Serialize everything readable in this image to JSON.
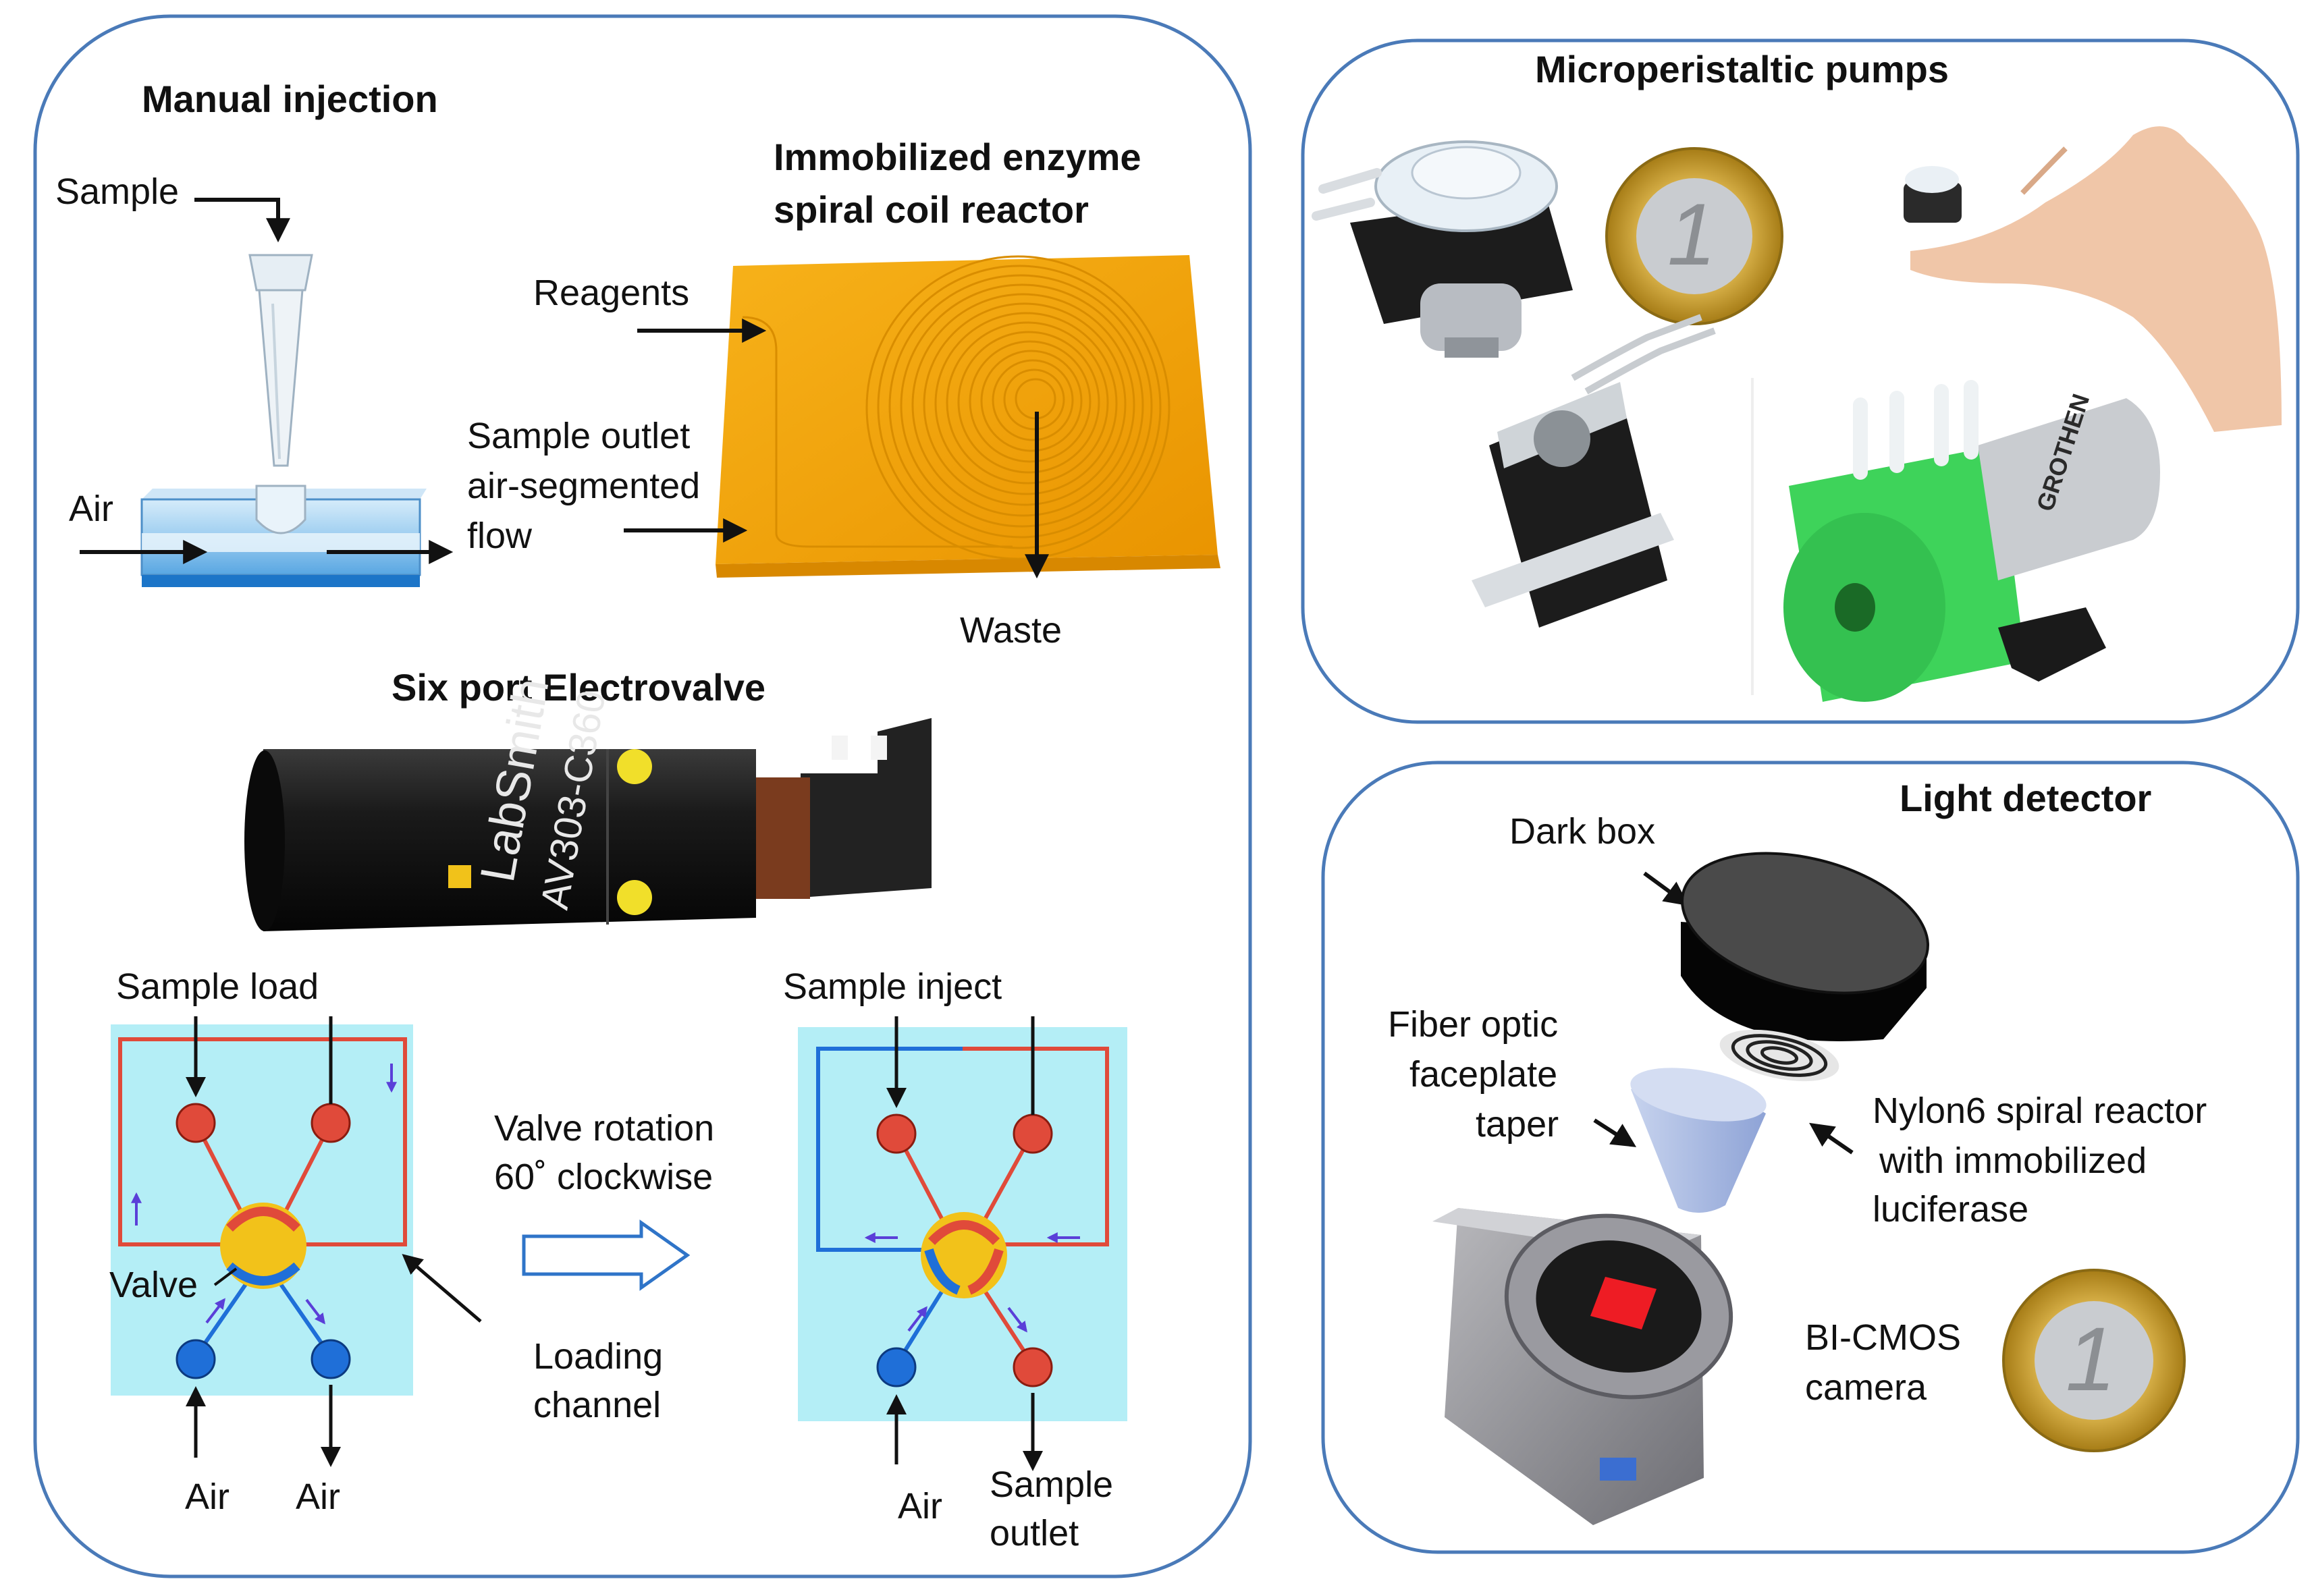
{
  "panels": {
    "left": {
      "manual_injection": {
        "title": "Manual injection",
        "sample": "Sample",
        "air": "Air"
      },
      "reactor": {
        "title_line1": "Immobilized enzyme",
        "title_line2": "spiral coil reactor",
        "reagents": "Reagents",
        "outlet_line1": "Sample outlet",
        "outlet_line2": "air-segmented",
        "outlet_line3": "flow",
        "waste": "Waste"
      },
      "valve": {
        "title": "Six port Electrovalve",
        "body_brand": "LabSmith",
        "body_model": "AV303-C360",
        "sample_load": "Sample load",
        "sample_inject": "Sample inject",
        "rotation_line1": "Valve rotation",
        "rotation_line2": "60˚   clockwise",
        "valve_label": "Valve",
        "loading_line1": "Loading",
        "loading_line2": "channel",
        "air_1": "Air",
        "air_2": "Air",
        "air_3": "Air",
        "sample_outlet_line1": "Sample",
        "sample_outlet_line2": "outlet"
      }
    },
    "pumps": {
      "title": "Microperistaltic pumps",
      "brand_text": "GROTHEN"
    },
    "detector": {
      "title": "Light detector",
      "dark_box": "Dark box",
      "fiber_line1": "Fiber optic",
      "fiber_line2": "faceplate",
      "fiber_line3": "taper",
      "nylon_line1": "Nylon6 spiral reactor",
      "nylon_line2": "with immobilized",
      "nylon_line3": "luciferase",
      "camera_line1": "BI-CMOS",
      "camera_line2": "camera"
    }
  },
  "colors": {
    "panel_border": "#4a7ab8",
    "valve_bg": "#b4eef6",
    "red_channel": "#e04a3a",
    "blue_channel": "#1f6fd8",
    "rotor_yellow": "#f2c21a",
    "reactor_orange": "#f2a40c",
    "pump_green": "#3ed35a"
  },
  "icons": {
    "euro_coin": "euro-coin-icon",
    "arrow": "flow-arrow-icon"
  }
}
